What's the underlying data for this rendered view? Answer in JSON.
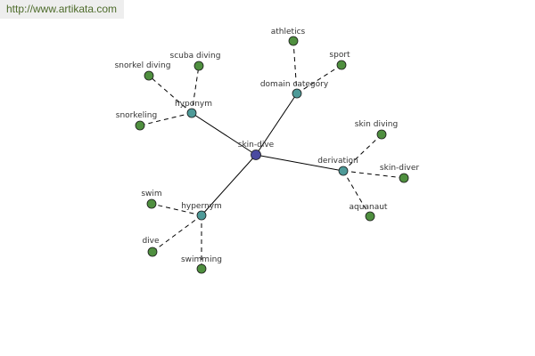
{
  "header": {
    "url": "http://www.artikata.com"
  },
  "colors": {
    "center": "#4a4aa0",
    "relation": "#4e9a98",
    "term": "#4f8f3f",
    "outline": "#1a1a1a"
  },
  "graph": {
    "nodes": [
      {
        "id": "skin-dive",
        "label": "skin-dive",
        "kind": "center"
      },
      {
        "id": "hyponym",
        "label": "hyponym",
        "kind": "relation"
      },
      {
        "id": "domain-category",
        "label": "domain category",
        "kind": "relation"
      },
      {
        "id": "derivation",
        "label": "derivation",
        "kind": "relation"
      },
      {
        "id": "hypernym",
        "label": "hypernym",
        "kind": "relation"
      },
      {
        "id": "snorkel-diving",
        "label": "snorkel diving",
        "kind": "term"
      },
      {
        "id": "scuba-diving",
        "label": "scuba diving",
        "kind": "term"
      },
      {
        "id": "snorkeling",
        "label": "snorkeling",
        "kind": "term"
      },
      {
        "id": "athletics",
        "label": "athletics",
        "kind": "term"
      },
      {
        "id": "sport",
        "label": "sport",
        "kind": "term"
      },
      {
        "id": "skin-diving",
        "label": "skin diving",
        "kind": "term"
      },
      {
        "id": "skin-diver",
        "label": "skin-diver",
        "kind": "term"
      },
      {
        "id": "aquanaut",
        "label": "aquanaut",
        "kind": "term"
      },
      {
        "id": "swim",
        "label": "swim",
        "kind": "term"
      },
      {
        "id": "dive",
        "label": "dive",
        "kind": "term"
      },
      {
        "id": "swimming",
        "label": "swimming",
        "kind": "term"
      }
    ],
    "edges": [
      {
        "from": "skin-dive",
        "to": "hyponym",
        "style": "solid"
      },
      {
        "from": "skin-dive",
        "to": "domain-category",
        "style": "solid"
      },
      {
        "from": "skin-dive",
        "to": "derivation",
        "style": "solid"
      },
      {
        "from": "skin-dive",
        "to": "hypernym",
        "style": "solid"
      },
      {
        "from": "hyponym",
        "to": "snorkel-diving",
        "style": "dashed"
      },
      {
        "from": "hyponym",
        "to": "scuba-diving",
        "style": "dashed"
      },
      {
        "from": "hyponym",
        "to": "snorkeling",
        "style": "dashed"
      },
      {
        "from": "domain-category",
        "to": "athletics",
        "style": "dashed"
      },
      {
        "from": "domain-category",
        "to": "sport",
        "style": "dashed"
      },
      {
        "from": "derivation",
        "to": "skin-diving",
        "style": "dashed"
      },
      {
        "from": "derivation",
        "to": "skin-diver",
        "style": "dashed"
      },
      {
        "from": "derivation",
        "to": "aquanaut",
        "style": "dashed"
      },
      {
        "from": "hypernym",
        "to": "swim",
        "style": "dashed"
      },
      {
        "from": "hypernym",
        "to": "dive",
        "style": "dashed"
      },
      {
        "from": "hypernym",
        "to": "swimming",
        "style": "dashed"
      }
    ]
  }
}
